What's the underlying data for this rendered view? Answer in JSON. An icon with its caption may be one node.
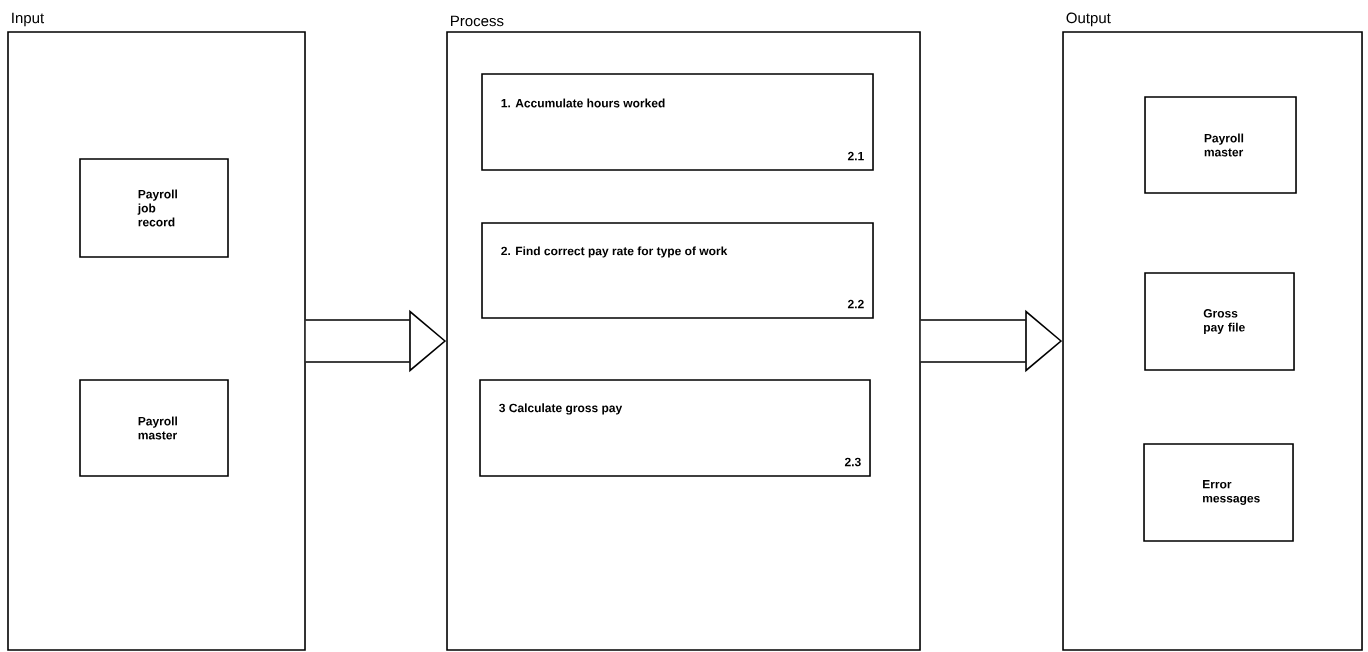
{
  "diagram": {
    "nodes": [
      {
        "text": [
          "Input"
        ]
      },
      {
        "text": [
          "Payroll job record"
        ],
        "in": 0
      },
      {
        "text": [
          "Payroll master"
        ],
        "in": 0
      },
      {
        "text": [
          "Process"
        ]
      },
      {
        "text": [
          "1. Accumulate hours worked",
          "2.1"
        ],
        "in": 3
      },
      {
        "text": [
          "2. Find correct pay rate for type of work",
          "2.2"
        ],
        "in": 3
      },
      {
        "text": [
          "3 Calculate gross pay",
          "2.3"
        ],
        "in": 3
      },
      {
        "text": [
          "Output"
        ]
      },
      {
        "text": [
          "Payroll master"
        ],
        "in": 7
      },
      {
        "text": [
          "Gross pay file"
        ],
        "in": 7
      },
      {
        "text": [
          "Error messages"
        ],
        "in": 7
      }
    ],
    "edges": [
      {
        "from": 0,
        "to": 3,
        "arrow": "to"
      },
      {
        "from": 3,
        "to": 7,
        "arrow": "to"
      }
    ]
  }
}
